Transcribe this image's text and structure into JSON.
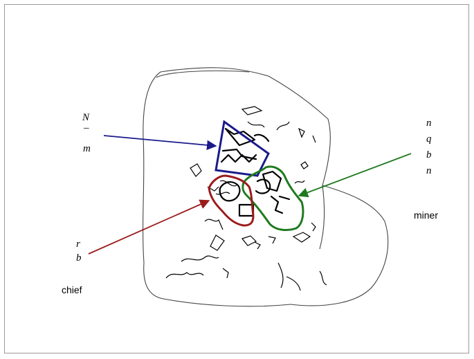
{
  "labels": {
    "blue_group": [
      "N",
      "–",
      "m"
    ],
    "green_group": [
      "n",
      "q",
      "b",
      "n"
    ],
    "red_group": [
      "r",
      "b"
    ],
    "miner": "miner",
    "chief": "chief"
  },
  "colors": {
    "blue": "#1a1a8c",
    "green": "#1f7a1f",
    "red": "#9b1b1b",
    "stone_outline": "#444444",
    "border": "#9a9a9a"
  }
}
